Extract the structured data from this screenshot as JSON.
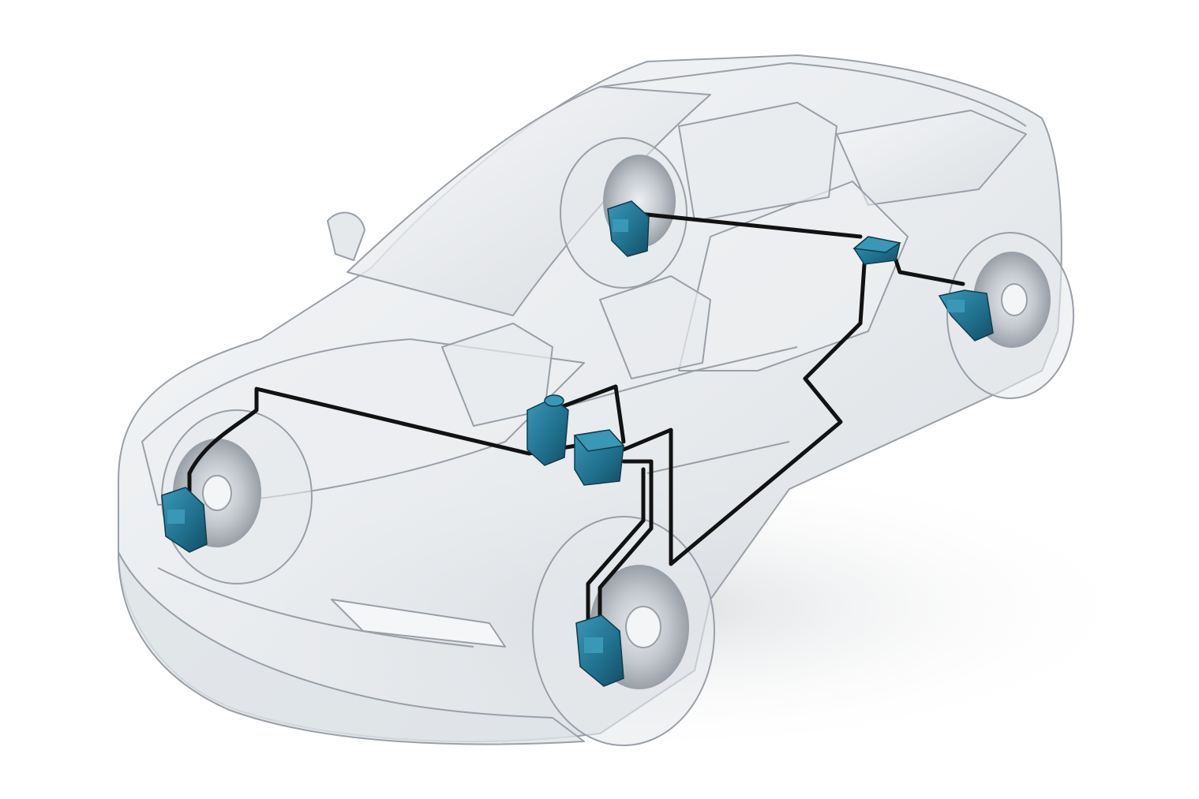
{
  "image": {
    "subject": "brake-system-cutaway",
    "colors": {
      "background": "#ffffff",
      "body_glass": "#e3e6ea",
      "body_edge": "#9aa0a8",
      "wheel": "#c9ccd1",
      "disc": "#b7bcc3",
      "brake_line": "#121212",
      "component": "#1f6f8c",
      "component_dark": "#144e63",
      "component_light": "#3a98b7"
    },
    "components": [
      {
        "id": "caliper-front-left",
        "icon": "brake-caliper-icon"
      },
      {
        "id": "caliper-front-right",
        "icon": "brake-caliper-icon"
      },
      {
        "id": "caliper-rear-left",
        "icon": "brake-caliper-icon"
      },
      {
        "id": "caliper-rear-right",
        "icon": "brake-caliper-icon"
      },
      {
        "id": "brake-booster-unit",
        "icon": "booster-icon"
      },
      {
        "id": "abs-control-module",
        "icon": "module-icon"
      },
      {
        "id": "rear-control-unit",
        "icon": "module-icon"
      }
    ]
  }
}
